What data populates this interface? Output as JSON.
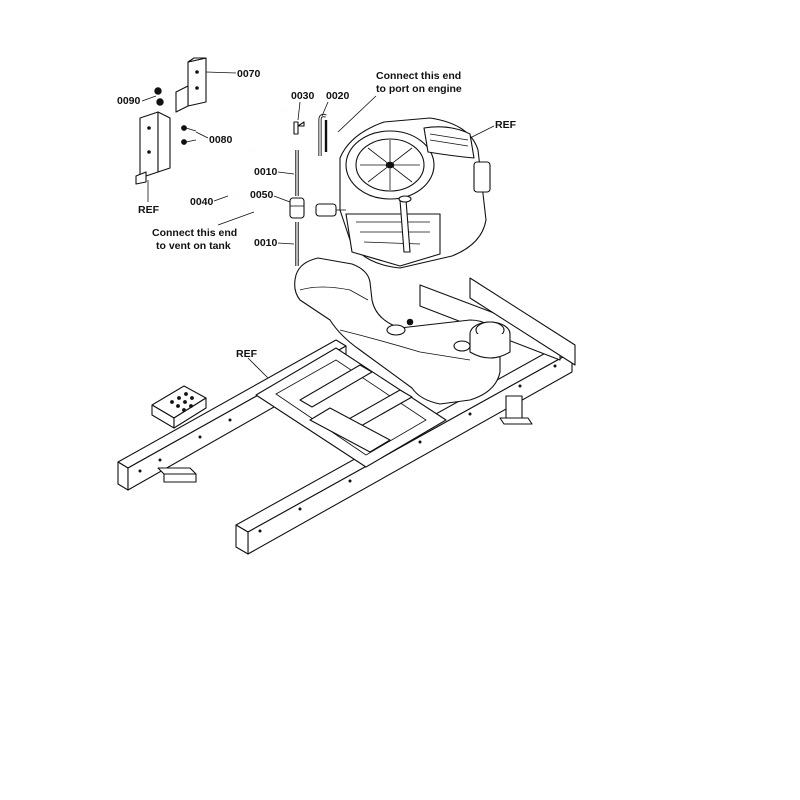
{
  "labels": {
    "p0070": "0070",
    "p0090": "0090",
    "p0080": "0080",
    "ref_bracket": "REF",
    "p0030": "0030",
    "p0020": "0020",
    "note_engine_1": "Connect this end",
    "note_engine_2": "to port on engine",
    "ref_engine": "REF",
    "p0010_top": "0010",
    "p0040": "0040",
    "p0050": "0050",
    "note_tank_1": "Connect this end",
    "note_tank_2": "to vent on tank",
    "p0010_bottom": "0010",
    "ref_frame": "REF"
  }
}
